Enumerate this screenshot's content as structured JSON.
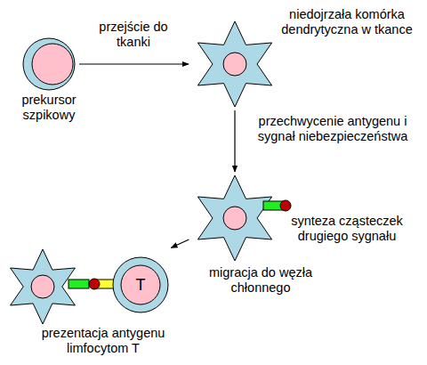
{
  "diagram": {
    "nodes": [
      {
        "text": [
          "prekursor szpikowy"
        ]
      },
      {
        "text": [
          "niedojrzała komórka dendrytyczna w tkance"
        ]
      },
      {
        "text": [
          "synteza cząsteczek drugiego sygnału"
        ]
      },
      {
        "text": [
          "prezentacja antygenu limfocytom T"
        ]
      },
      {
        "text": [
          "T"
        ],
        "in": 3
      }
    ],
    "edges": [
      {
        "from": 0,
        "to": 1,
        "arrow": "to",
        "label": "przejście do tkanki"
      },
      {
        "from": 1,
        "to": 2,
        "arrow": "to",
        "label": "przechwycenie antygenu i sygnał niebezpieczeństwa"
      },
      {
        "from": 2,
        "to": 3,
        "arrow": "to",
        "label": "migracja do węzła chłonnego"
      }
    ]
  }
}
